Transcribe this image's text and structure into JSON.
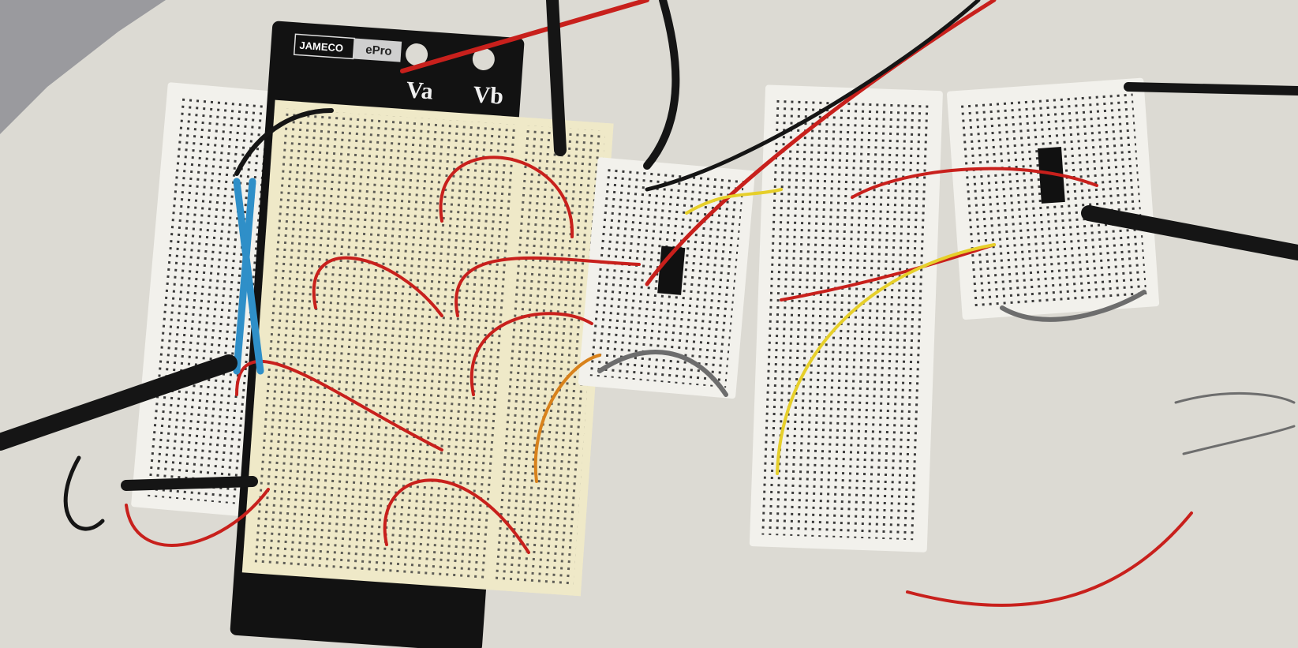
{
  "scene": {
    "description_colors": {
      "table": "#dcdad3",
      "breadboard": "#f2f1ec",
      "breadboard_pro": "#efe9c8",
      "base_plate": "#121212",
      "wire_red": "#c8201c",
      "wire_yellow": "#e6cf2a",
      "wire_blue": "#2f8fc8",
      "wire_gray": "#6d6d6d",
      "wire_black": "#151515"
    }
  },
  "board": {
    "logo_brand": "JAMECO",
    "logo_product": "ePro",
    "terminal_a": "Va",
    "terminal_b": "Vb"
  }
}
